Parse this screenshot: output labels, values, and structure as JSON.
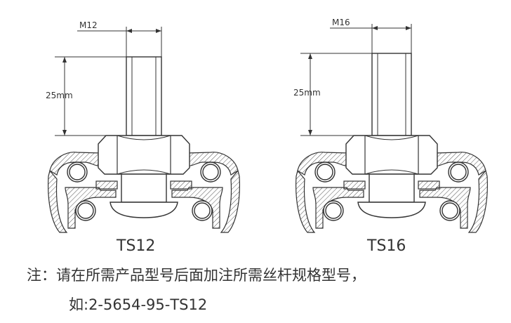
{
  "left": {
    "thread_label": "M12",
    "length_label": "25mm",
    "model_label": "TS12"
  },
  "right": {
    "thread_label": "M16",
    "length_label": "25mm",
    "model_label": "TS16"
  },
  "note": {
    "line1": "注：请在所需产品型号后面加注所需丝杆规格型号，",
    "line2": "如:2-5654-95-TS12"
  }
}
